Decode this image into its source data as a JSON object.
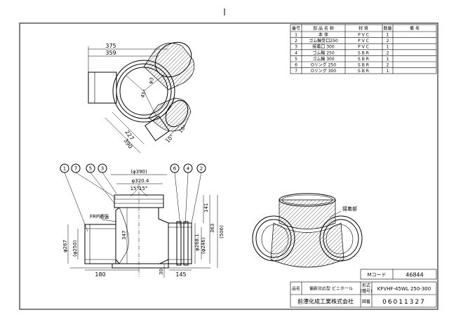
{
  "parts_table": {
    "headers": [
      "番号",
      "部 品 名 称",
      "材 質",
      "数量",
      "備 考"
    ],
    "rows": [
      [
        "1",
        "本 体",
        "P V C",
        "1",
        ""
      ],
      [
        "2",
        "ゴム輪受口250",
        "P V C",
        "2",
        ""
      ],
      [
        "3",
        "接着口 300",
        "P V C",
        "1",
        ""
      ],
      [
        "4",
        "ゴム輪 250",
        "S B R",
        "2",
        ""
      ],
      [
        "5",
        "ゴム輪 300",
        "S B R",
        "1",
        ""
      ],
      [
        "6",
        "Oリング 250",
        "S B R",
        "2",
        ""
      ],
      [
        "7",
        "Oリング 300",
        "S B R",
        "1",
        ""
      ]
    ]
  },
  "title_block": {
    "mark_label": "Mコード",
    "mark_value": "46844",
    "product_name_label": "品名",
    "product_name": "偏新対応型 ビニホール",
    "model_label_1": "形式",
    "model_label_2": "(種号)",
    "model_value": "KFVHF-45WL 250-300",
    "drawing_no_label": "図番",
    "drawing_no": "06011327",
    "company": "前澤化成工業株式会社"
  },
  "top_view": {
    "dim_375": "375",
    "dim_359": "359",
    "dim_phi": "φ3",
    "dim_45": "45°",
    "dim_227": "227",
    "dim_390": "390",
    "dim_10a": "10°",
    "dim_10b": "10°"
  },
  "front_view": {
    "balloons": [
      "1",
      "7",
      "5",
      "3",
      "6",
      "4",
      "2"
    ],
    "dim_390": "(φ390)",
    "dim_320": "φ320.4",
    "dim_angle": "15°15°",
    "label_frp": "FRP補強",
    "dim_267": "φ267",
    "dim_250": "(φ250)",
    "dim_347": "347",
    "dim_180": "180",
    "dim_30": "30",
    "dim_145": "145",
    "dim_141": "141",
    "dim_363": "363",
    "dim_506": "(506)",
    "dim_268": "φ268.1",
    "dim_246": "(φ246)"
  },
  "iso_view": {
    "label": "接着部"
  }
}
